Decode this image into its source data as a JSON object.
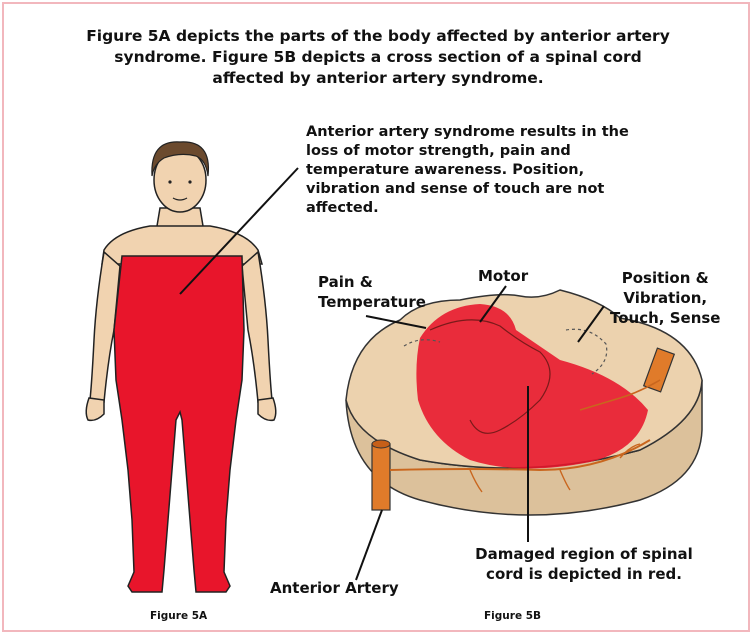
{
  "heading": {
    "line1": "Figure 5A depicts the parts of the body affected by anterior artery",
    "line2": "syndrome. Figure 5B depicts a cross section of a spinal cord",
    "line3": "affected by anterior artery syndrome."
  },
  "annotation": {
    "line1": "Anterior artery syndrome results in the",
    "line2": "loss of motor strength, pain and",
    "line3": "temperature awareness. Position,",
    "line4": "vibration and sense of touch are not",
    "line5": "affected."
  },
  "labels": {
    "pain_line1": "Pain &",
    "pain_line2": "Temperature",
    "motor": "Motor",
    "position_line1": "Position &",
    "position_line2": "Vibration,",
    "position_line3": "Touch, Sense",
    "damaged_line1": "Damaged region of spinal",
    "damaged_line2": "cord is depicted in red.",
    "anterior_artery": "Anterior Artery"
  },
  "captions": {
    "figure_a": "Figure 5A",
    "figure_b": "Figure 5B"
  },
  "colors": {
    "affected_red": "#e8152b",
    "skin": "#f1d3b0",
    "hair": "#6b4a2e",
    "artery": "#e07b2a",
    "cord": "#ecd2ae",
    "frame": "#f2b7bd"
  }
}
